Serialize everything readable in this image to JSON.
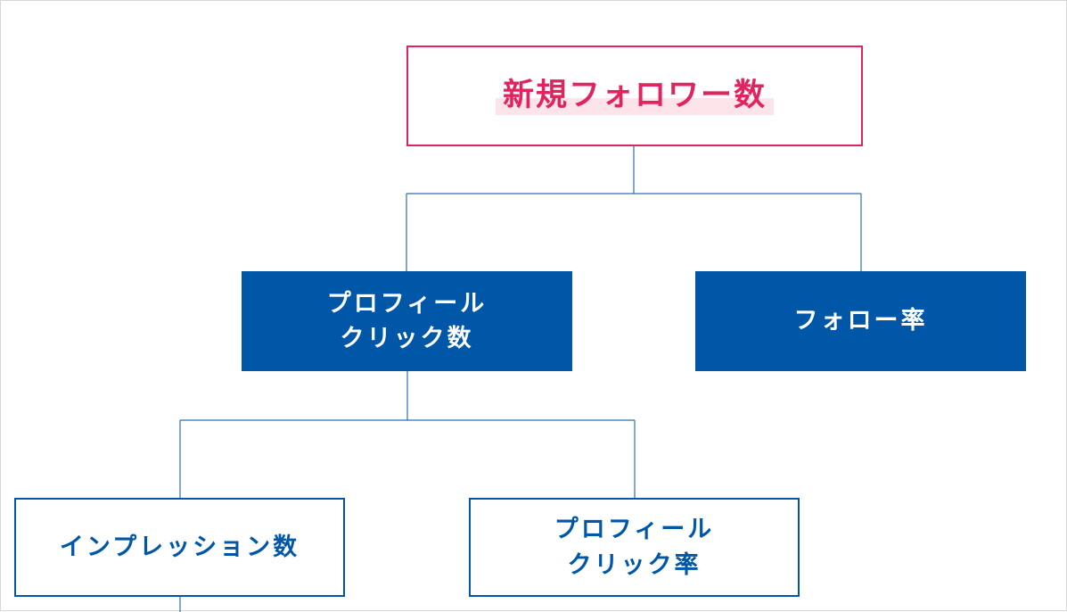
{
  "diagram": {
    "root": {
      "label": "新規フォロワー数",
      "children": [
        "profile_clicks",
        "follow_rate"
      ]
    },
    "profile_clicks": {
      "label": "プロフィール\nクリック数",
      "children": [
        "impressions",
        "profile_click_rate"
      ]
    },
    "follow_rate": {
      "label": "フォロー率"
    },
    "impressions": {
      "label": "インプレッション数"
    },
    "profile_click_rate": {
      "label": "プロフィール\nクリック率"
    }
  },
  "colors": {
    "root_accent": "#e0245e",
    "root_highlight": "#fde3ea",
    "primary_blue": "#0057a8",
    "connector_line": "#2f6fb0",
    "frame_border": "#d7d7d7"
  }
}
